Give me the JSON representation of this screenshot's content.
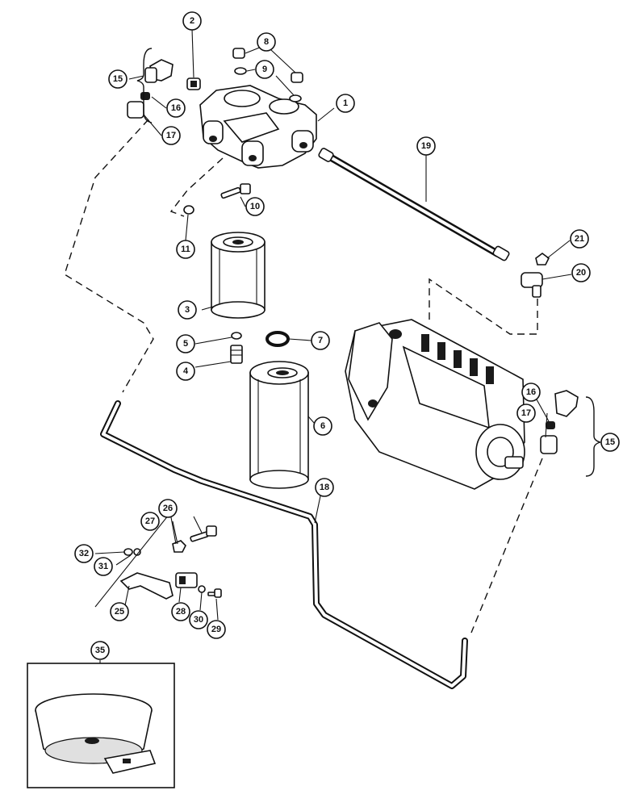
{
  "diagram": {
    "callouts": [
      "1",
      "2",
      "3",
      "4",
      "5",
      "6",
      "7",
      "8",
      "9",
      "10",
      "11",
      "15",
      "16",
      "17",
      "18",
      "19",
      "20",
      "21",
      "25",
      "26",
      "27",
      "28",
      "29",
      "30",
      "31",
      "32",
      "35"
    ]
  }
}
